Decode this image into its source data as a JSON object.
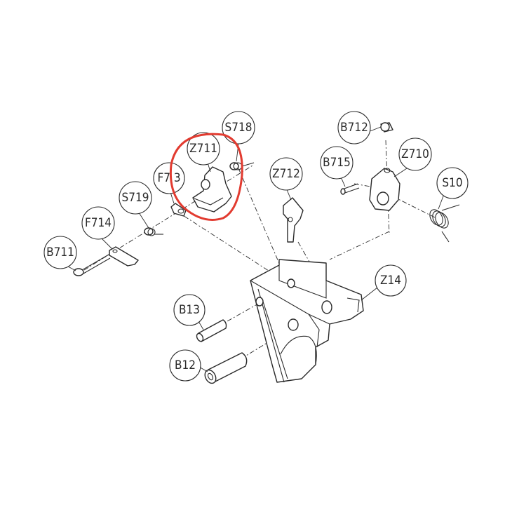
{
  "labels": {
    "s718": "S718",
    "z711": "Z711",
    "f713": "F7 3",
    "s719": "S719",
    "f714": "F714",
    "b711": "B711",
    "z712": "Z712",
    "b712": "B712",
    "b715": "B715",
    "z710": "Z710",
    "s10": "S10",
    "z14": "Z14",
    "b13": "B13",
    "b12": "B12"
  },
  "colors": {
    "highlight": "#e23b30",
    "line": "#2a2a2a"
  }
}
